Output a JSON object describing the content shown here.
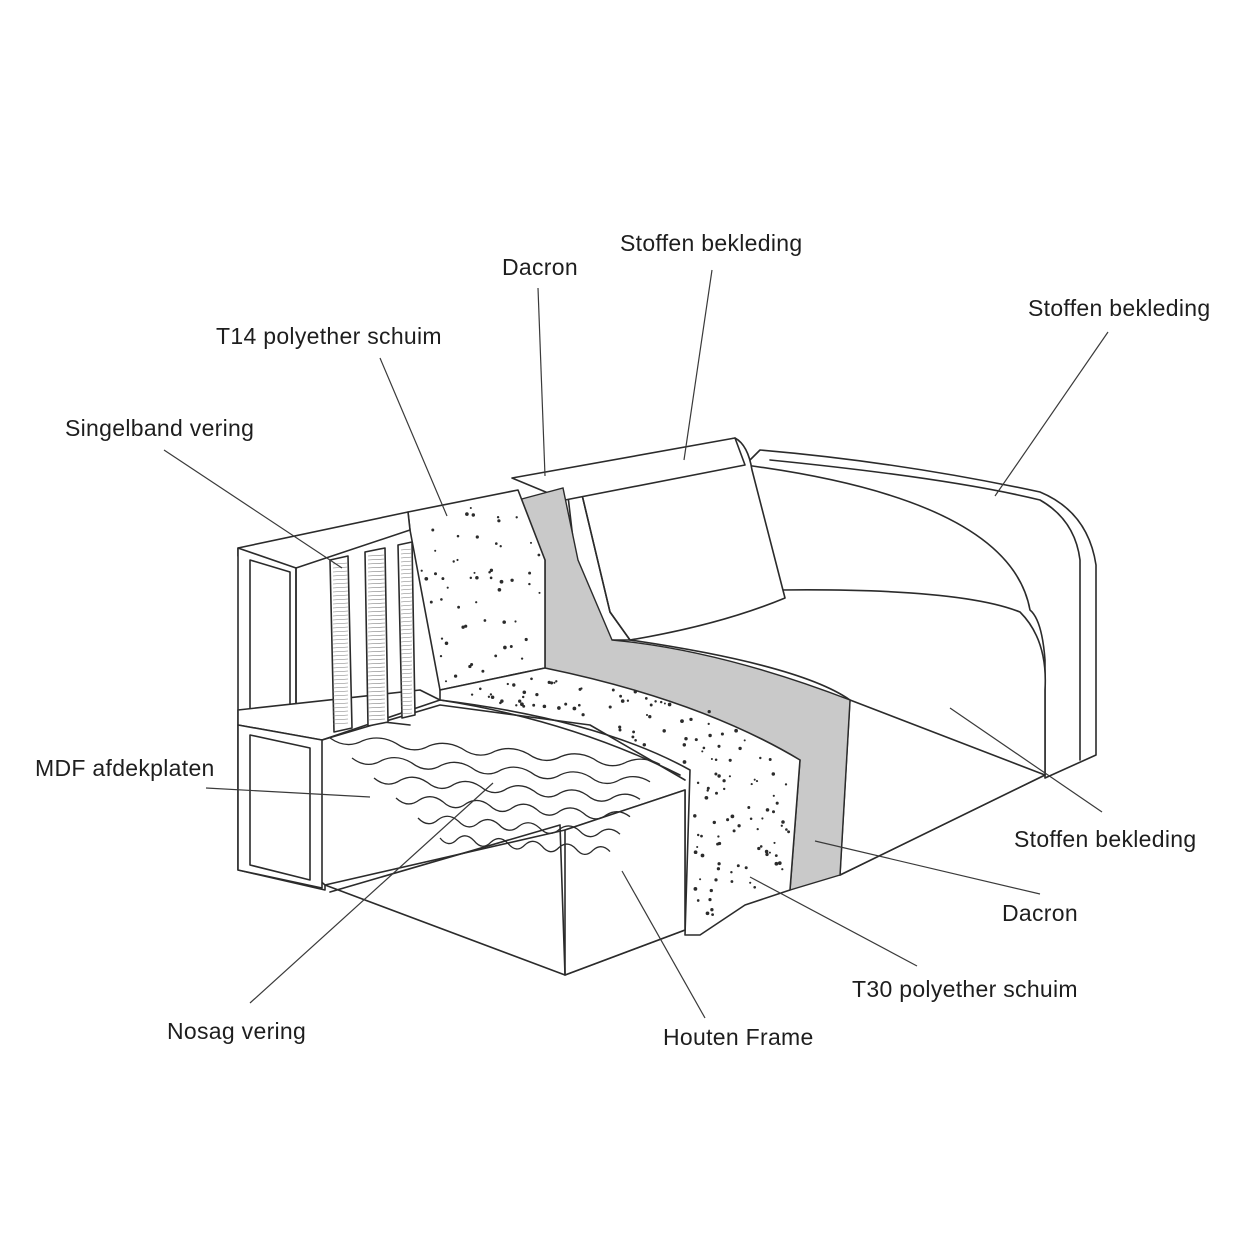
{
  "labels": {
    "dacron_top": "Dacron",
    "stoffen_top": "Stoffen bekleding",
    "stoffen_arm": "Stoffen bekleding",
    "t14": "T14 polyether schuim",
    "singelband": "Singelband vering",
    "mdf": "MDF afdekplaten",
    "stoffen_seat": "Stoffen bekleding",
    "dacron_bottom": "Dacron",
    "t30": "T30 polyether schuim",
    "nosag": "Nosag vering",
    "houten": "Houten Frame"
  },
  "colors": {
    "line": "#2b2b2b",
    "dacron_fill": "#c9c9c9",
    "background": "#ffffff"
  }
}
